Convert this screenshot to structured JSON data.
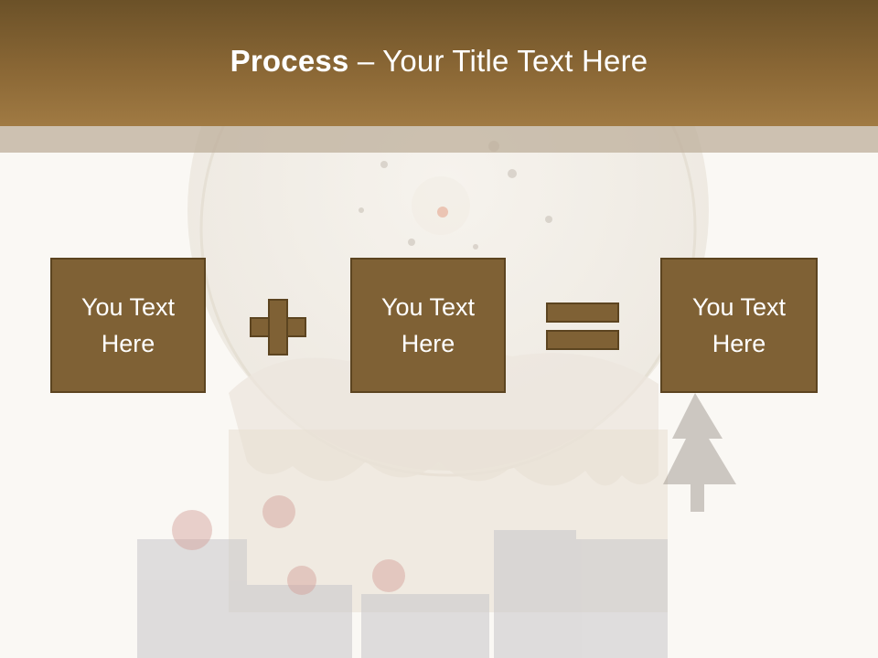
{
  "title": {
    "bold": "Process",
    "rest": " – Your Title Text Here"
  },
  "boxes": [
    {
      "text_line1": "You Text",
      "text_line2": "Here"
    },
    {
      "text_line1": "You Text",
      "text_line2": "Here"
    },
    {
      "text_line1": "You Text",
      "text_line2": "Here"
    }
  ],
  "operators": [
    "plus-icon",
    "equals-icon"
  ],
  "colors": {
    "title_bar": "#8a6735",
    "box_fill": "#7f6135",
    "box_border": "#5c4420",
    "background": "#faf8f4"
  }
}
